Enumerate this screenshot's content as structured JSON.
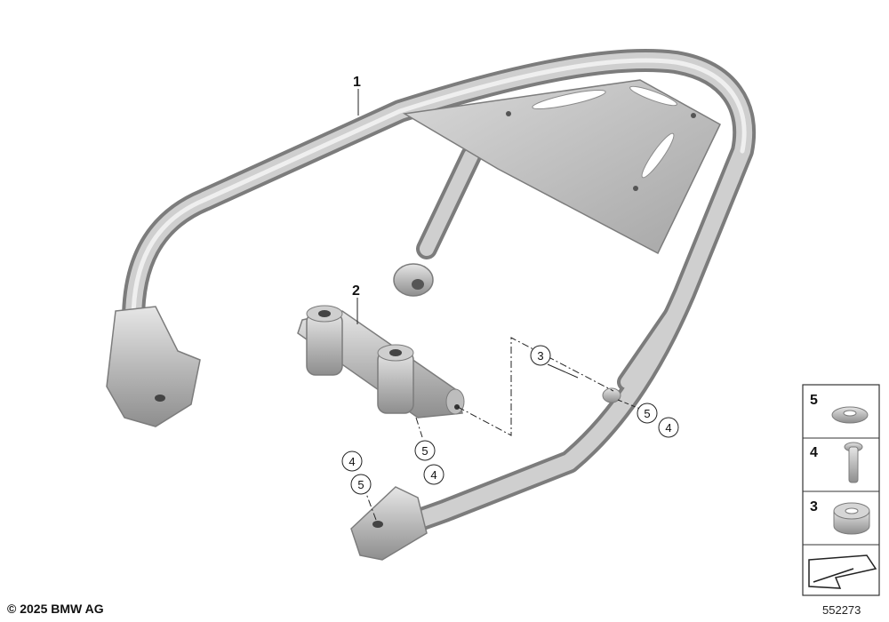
{
  "callouts": {
    "rack_label": "1",
    "bracket_label": "2",
    "spacer_label": "3",
    "right_mount": {
      "a": "5",
      "b": "4"
    },
    "bracket_bottom": {
      "a": "5",
      "b": "4"
    },
    "left_mount": {
      "a": "4",
      "b": "5"
    }
  },
  "legend": {
    "items": [
      {
        "number": "5",
        "part": "washer"
      },
      {
        "number": "4",
        "part": "screw"
      },
      {
        "number": "3",
        "part": "spacer"
      }
    ]
  },
  "footer": {
    "copyright": "© 2025 BMW AG",
    "diagram_id": "552273"
  }
}
